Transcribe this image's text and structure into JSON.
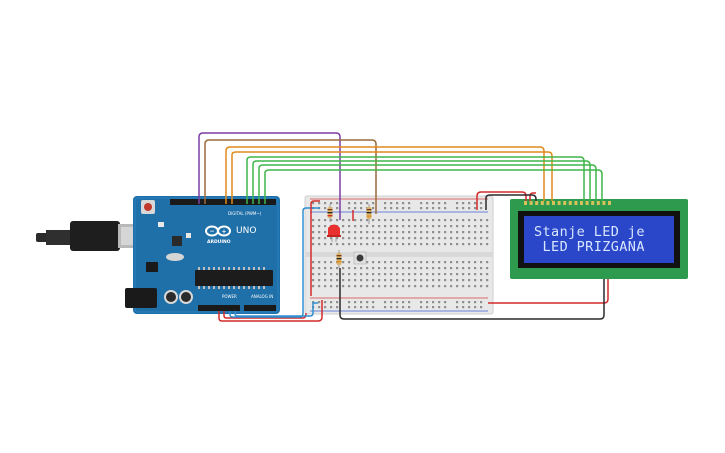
{
  "arduino": {
    "model_label": "UNO",
    "brand_label": "ARDUINO",
    "digital_header_label": "DIGITAL (PWM~)",
    "power_label": "POWER",
    "analog_label": "ANALOG IN",
    "color": "#1f6fa8"
  },
  "lcd": {
    "line1": "Stanje LED je",
    "line2": " LED PRIZGANA",
    "pcb_color": "#2e9a4e",
    "screen_color": "#2a47c9"
  },
  "components": {
    "led_color": "#e8312f",
    "button_color": "#3a3a3a",
    "breadboard_color": "#e8e8e8"
  },
  "wires": {
    "purple": "#7b3fa3",
    "brown": "#9b6a3c",
    "orange": "#e08a1c",
    "green": "#3fb54a",
    "red": "#d42a2a",
    "black": "#2b2b2b",
    "blue": "#2e8fd1"
  }
}
